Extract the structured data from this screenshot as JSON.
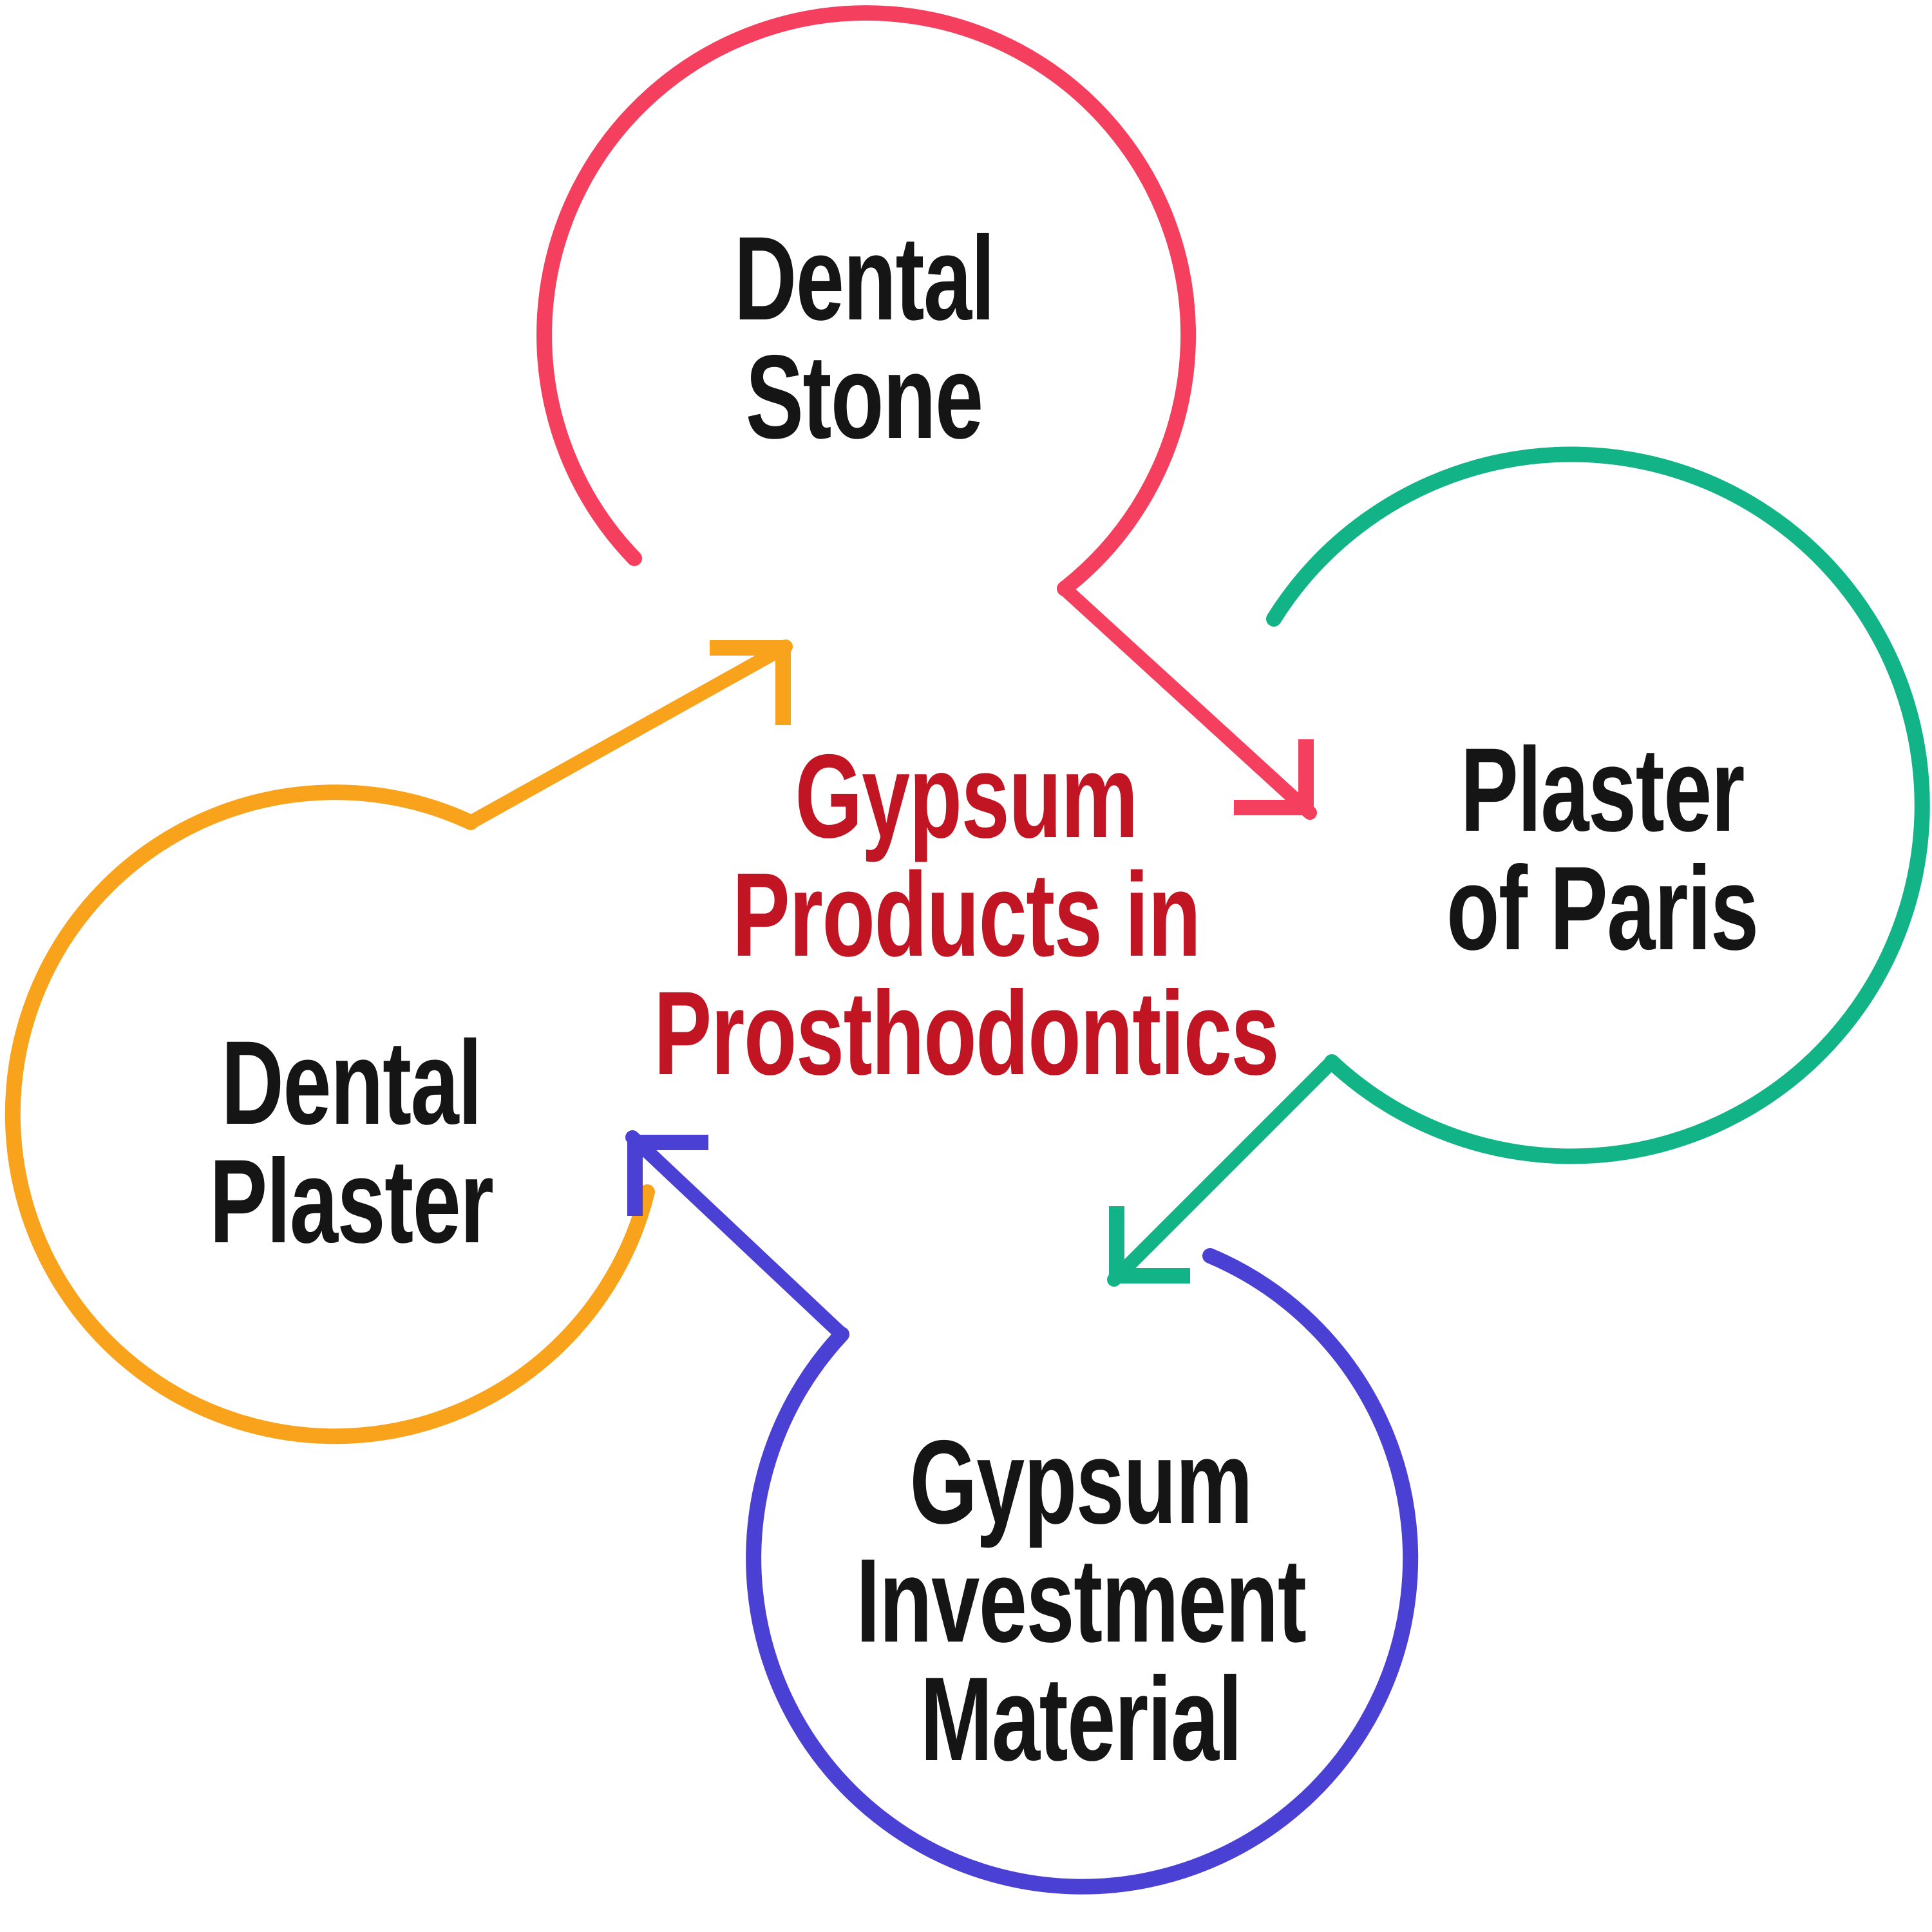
{
  "title": {
    "lines": [
      "Gypsum",
      "Products in",
      "Prosthodontics"
    ],
    "color": "#C11523"
  },
  "text_color": "#151515",
  "background": "#FFFFFF",
  "nodes": [
    {
      "id": "dental-stone",
      "lines": [
        "Dental",
        "Stone"
      ],
      "ring_color": "#F43F5E"
    },
    {
      "id": "plaster-of-paris",
      "lines": [
        "Plaster",
        "of Paris"
      ],
      "ring_color": "#12B386"
    },
    {
      "id": "gypsum-investment-material",
      "lines": [
        "Gypsum",
        "Investment",
        "Material"
      ],
      "ring_color": "#4B40D4"
    },
    {
      "id": "dental-plaster",
      "lines": [
        "Dental",
        "Plaster"
      ],
      "ring_color": "#F9A31C"
    }
  ],
  "arrows": [
    {
      "from": "dental-stone",
      "to": "plaster-of-paris",
      "color": "#F43F5E"
    },
    {
      "from": "plaster-of-paris",
      "to": "gypsum-investment-material",
      "color": "#12B386"
    },
    {
      "from": "gypsum-investment-material",
      "to": "dental-plaster",
      "color": "#4B40D4"
    },
    {
      "from": "dental-plaster",
      "to": "dental-stone",
      "color": "#F9A31C"
    }
  ]
}
